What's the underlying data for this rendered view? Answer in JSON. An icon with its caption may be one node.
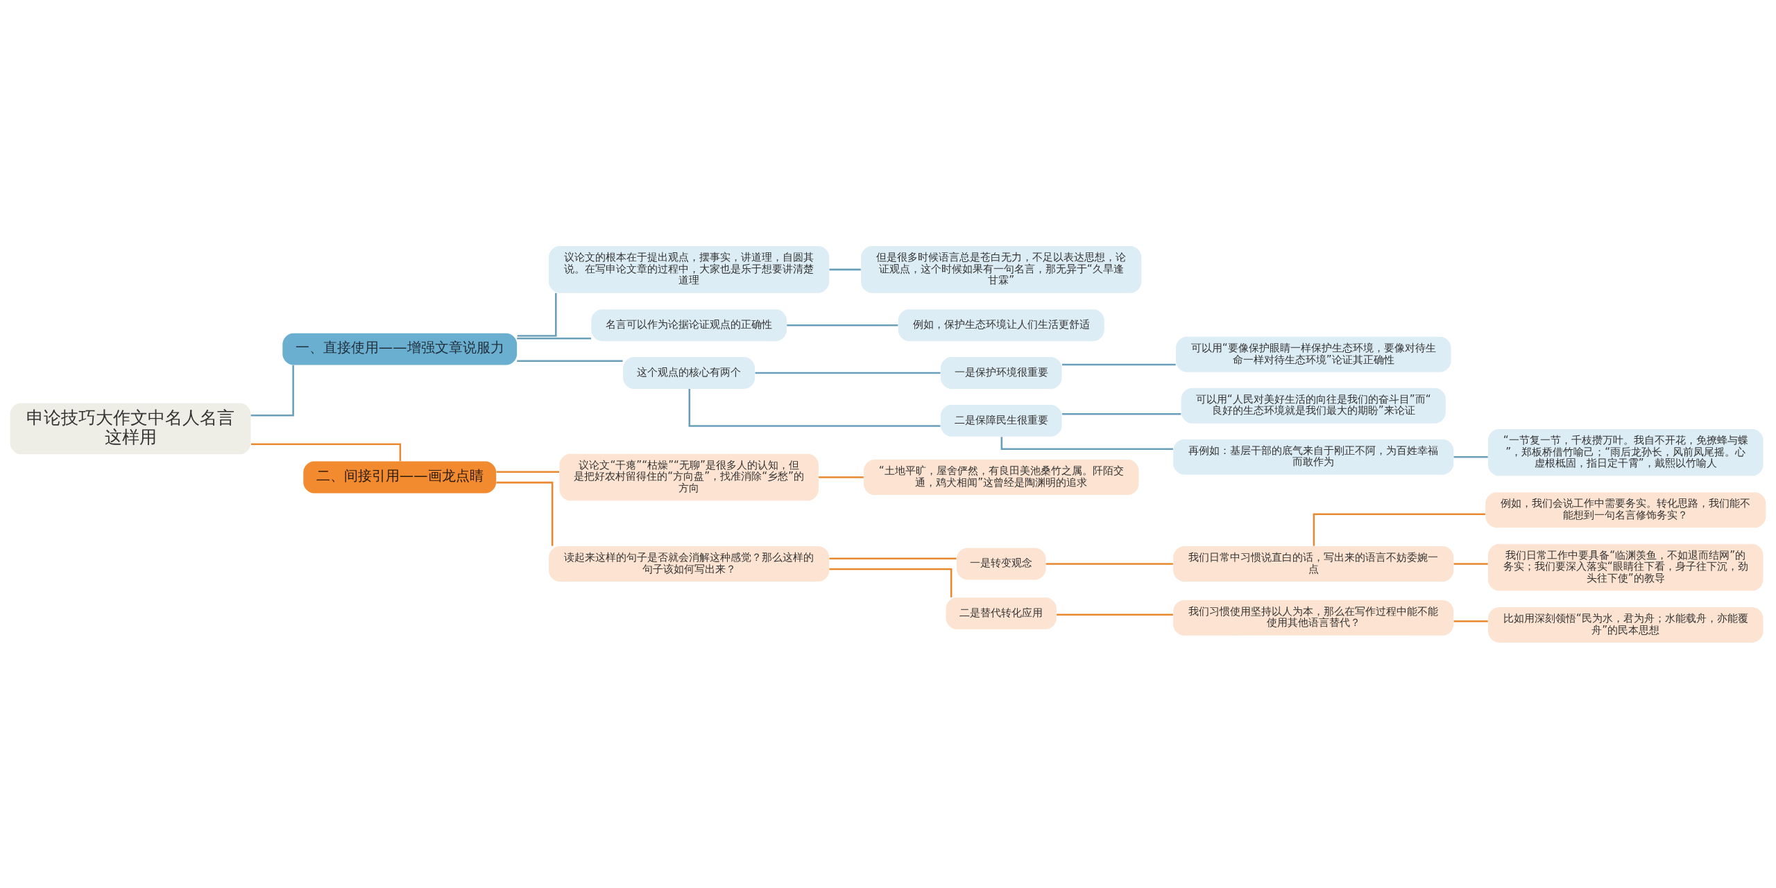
{
  "diagram": {
    "nodes": [
      {
        "text": [
          "申论技巧大作文中名人名言这样用"
        ]
      },
      {
        "text": [
          "一、直接使用——增强文章说服力"
        ]
      },
      {
        "text": [
          "议论文的根本在于提出观点，摆事实，讲道理，自圆其说。在写申论文章的过程中，大家也是乐于想要讲清楚道理"
        ]
      },
      {
        "text": [
          "但是很多时候语言总是苍白无力，不足以表达思想，论证观点，这个时候如果有一句名言，那无异于“久旱逢甘霖”"
        ]
      },
      {
        "text": [
          "名言可以作为论据论证观点的正确性"
        ]
      },
      {
        "text": [
          "例如，保护生态环境让人们生活更舒适"
        ]
      },
      {
        "text": [
          "这个观点的核心有两个"
        ]
      },
      {
        "text": [
          "一是保护环境很重要"
        ]
      },
      {
        "text": [
          "可以用“要像保护眼睛一样保护生态环境，要像对待生命一样对待生态环境”论证其正确性"
        ]
      },
      {
        "text": [
          "二是保障民生很重要"
        ]
      },
      {
        "text": [
          "可以用“人民对美好生活的向往是我们的奋斗目”而“良好的生态环境就是我们最大的期盼”来论证"
        ]
      },
      {
        "text": [
          "再例如：基层干部的底气来自于刚正不阿，为百姓幸福而敢作为"
        ]
      },
      {
        "text": [
          "“一节复一节，千枝攒万叶。我自不开花，免撩蜂与蝶”，郑板桥借竹喻己；“雨后龙孙长，风前凤尾摇。心虚根柢固，指日定干霄”，戴熙以竹喻人"
        ]
      },
      {
        "text": [
          "二、间接引用——画龙点睛"
        ]
      },
      {
        "text": [
          "议论文“干瘪”“枯燥”“无聊”是很多人的认知，但是把好农村留得住的“方向盘”，找准消除“乡愁”的方向"
        ]
      },
      {
        "text": [
          "“土地平旷，屋舍俨然，有良田美池桑竹之属。阡陌交通，鸡犬相闻”这曾经是陶渊明的追求"
        ]
      },
      {
        "text": [
          "读起来这样的句子是否就会消解这种感觉？那么这样的句子该如何写出来？"
        ]
      },
      {
        "text": [
          "一是转变观念"
        ]
      },
      {
        "text": [
          "我们日常中习惯说直白的话，写出来的语言不妨委婉一点"
        ]
      },
      {
        "text": [
          "例如，我们会说工作中需要务实。转化思路，我们能不能想到一句名言修饰务实？"
        ]
      },
      {
        "text": [
          "我们日常工作中要具备“临渊羡鱼，不如退而结网”的务实；我们要深入落实“眼睛往下看，身子往下沉，劲头往下使”的教导"
        ]
      },
      {
        "text": [
          "二是替代转化应用"
        ]
      },
      {
        "text": [
          "我们习惯使用坚持以人为本，那么在写作过程中能不能使用其他语言替代？"
        ]
      },
      {
        "text": [
          "比如用深刻领悟“民为水，君为舟；水能载舟，亦能覆舟”的民本思想"
        ]
      }
    ],
    "edges": [
      {
        "from": 0,
        "to": 1,
        "arrow": "none"
      },
      {
        "from": 1,
        "to": 2,
        "arrow": "none"
      },
      {
        "from": 2,
        "to": 3,
        "arrow": "none"
      },
      {
        "from": 1,
        "to": 4,
        "arrow": "none"
      },
      {
        "from": 4,
        "to": 5,
        "arrow": "none"
      },
      {
        "from": 1,
        "to": 6,
        "arrow": "none"
      },
      {
        "from": 6,
        "to": 7,
        "arrow": "none"
      },
      {
        "from": 7,
        "to": 8,
        "arrow": "none"
      },
      {
        "from": 6,
        "to": 9,
        "arrow": "none"
      },
      {
        "from": 9,
        "to": 10,
        "arrow": "none"
      },
      {
        "from": 9,
        "to": 11,
        "arrow": "none"
      },
      {
        "from": 11,
        "to": 12,
        "arrow": "none"
      },
      {
        "from": 0,
        "to": 13,
        "arrow": "none",
        "color": "#e8892f"
      },
      {
        "from": 13,
        "to": 14,
        "arrow": "none",
        "color": "#e8892f"
      },
      {
        "from": 14,
        "to": 15,
        "arrow": "none",
        "color": "#e8892f"
      },
      {
        "from": 13,
        "to": 16,
        "arrow": "none",
        "color": "#e8892f"
      },
      {
        "from": 16,
        "to": 17,
        "arrow": "none",
        "color": "#e8892f"
      },
      {
        "from": 17,
        "to": 18,
        "arrow": "none",
        "color": "#e8892f"
      },
      {
        "from": 18,
        "to": 19,
        "arrow": "none",
        "color": "#e8892f"
      },
      {
        "from": 18,
        "to": 20,
        "arrow": "none",
        "color": "#e8892f"
      },
      {
        "from": 16,
        "to": 21,
        "arrow": "none",
        "color": "#e8892f"
      },
      {
        "from": 21,
        "to": 22,
        "arrow": "none",
        "color": "#e8892f"
      },
      {
        "from": 22,
        "to": 23,
        "arrow": "none",
        "color": "#e8892f"
      }
    ]
  }
}
